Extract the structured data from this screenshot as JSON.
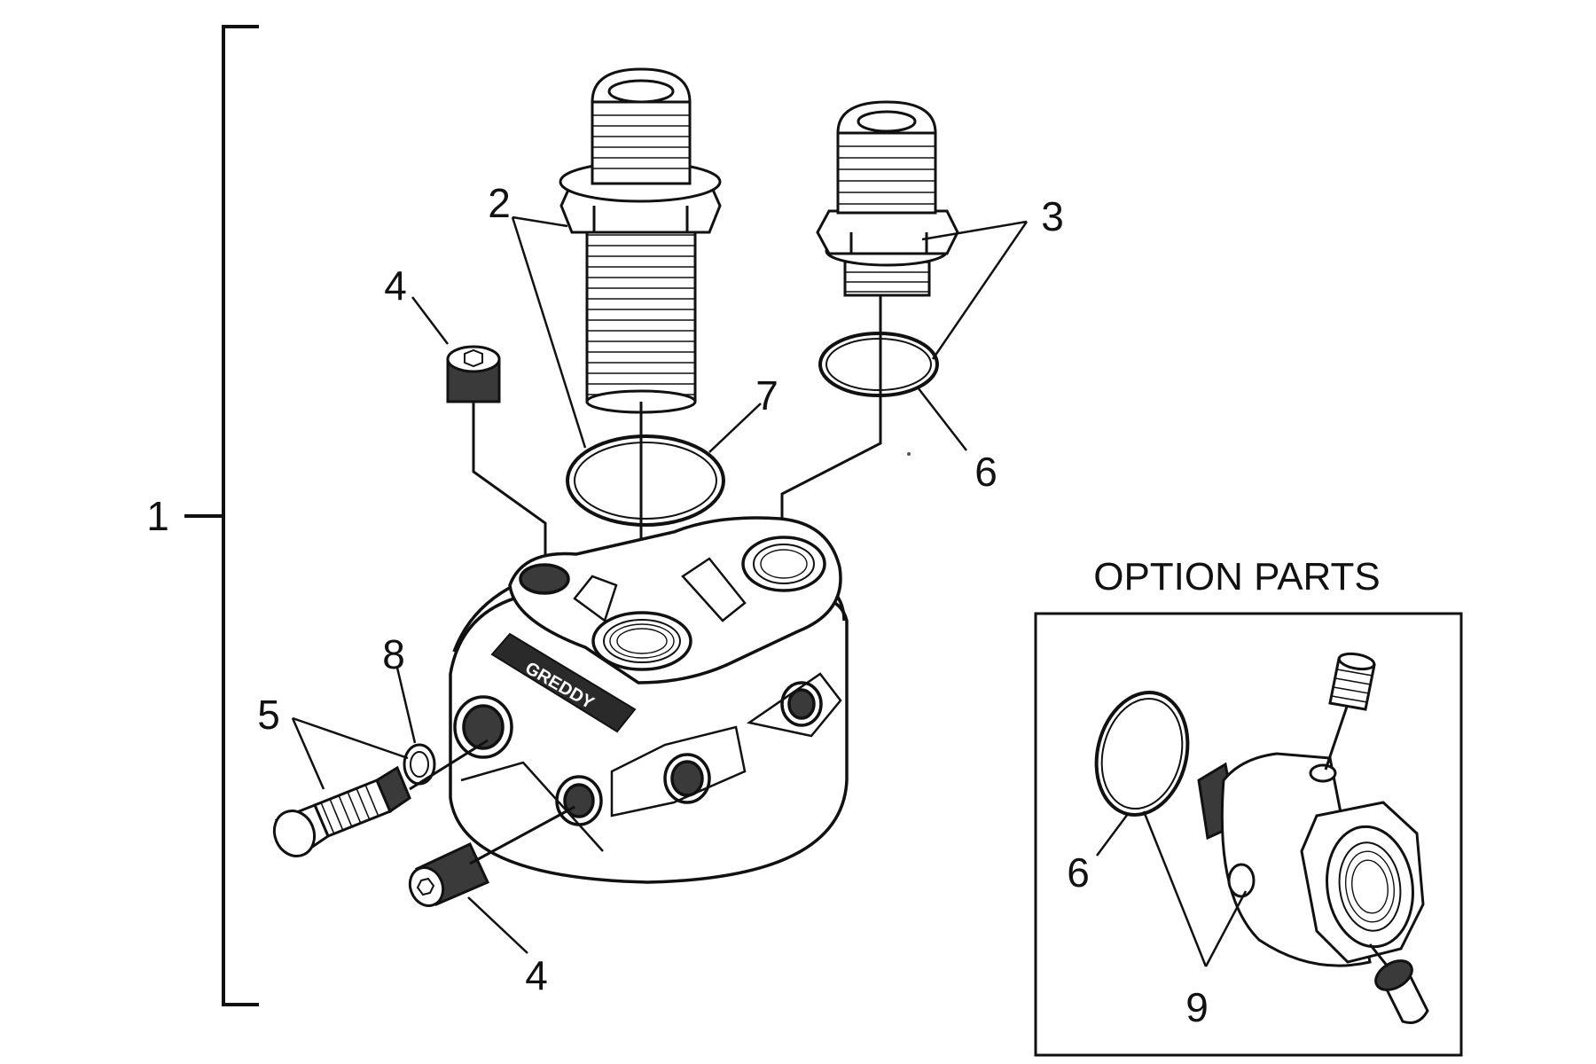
{
  "colors": {
    "ink": "#111111",
    "paper": "#ffffff",
    "dark_fill": "#3a3a3a"
  },
  "callouts": {
    "c1": "1",
    "c2": "2",
    "c3": "3",
    "c4_top": "4",
    "c4_bottom": "4",
    "c5": "5",
    "c6_main": "6",
    "c7": "7",
    "c8": "8",
    "c6_option": "6",
    "c9": "9"
  },
  "option_box": {
    "title": "OPTION PARTS"
  },
  "block_marking": "GREDDY",
  "parts": {
    "assembly_bracket": "bracket-icon",
    "adapter_block": "oil-filter-adapter-block",
    "fitting_large": "threaded-fitting-large",
    "fitting_small": "threaded-fitting-small",
    "plug": "hex-socket-plug-icon",
    "sensor_adapter": "sensor-adapter-fitting",
    "o_ring": "o-ring-icon"
  }
}
